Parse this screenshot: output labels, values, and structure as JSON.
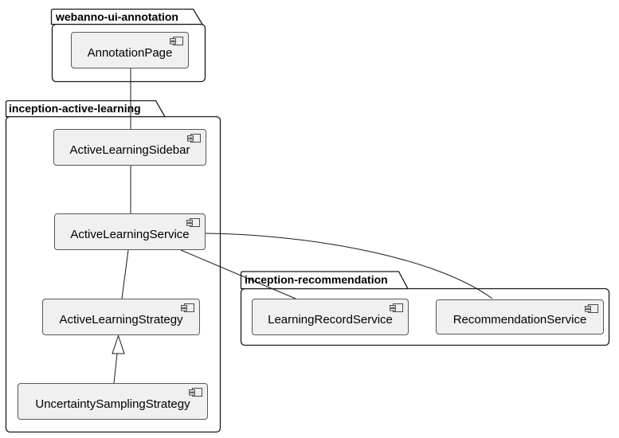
{
  "diagram": {
    "kind": "uml-component-diagram",
    "packages": [
      {
        "name": "webanno-ui-annotation",
        "components": [
          "AnnotationPage"
        ]
      },
      {
        "name": "inception-active-learning",
        "components": [
          "ActiveLearningSidebar",
          "ActiveLearningService",
          "ActiveLearningStrategy",
          "UncertaintySamplingStrategy"
        ]
      },
      {
        "name": "inception-recommendation",
        "components": [
          "LearningRecordService",
          "RecommendationService"
        ]
      }
    ],
    "edges": [
      {
        "from": "AnnotationPage",
        "to": "ActiveLearningSidebar",
        "type": "association"
      },
      {
        "from": "ActiveLearningSidebar",
        "to": "ActiveLearningService",
        "type": "association"
      },
      {
        "from": "ActiveLearningService",
        "to": "ActiveLearningStrategy",
        "type": "association"
      },
      {
        "from": "UncertaintySamplingStrategy",
        "to": "ActiveLearningStrategy",
        "type": "inheritance"
      },
      {
        "from": "ActiveLearningService",
        "to": "LearningRecordService",
        "type": "association"
      },
      {
        "from": "ActiveLearningService",
        "to": "RecommendationService",
        "type": "association"
      }
    ],
    "icons": {
      "component": "uml-component-icon"
    },
    "colors": {
      "background": "#ffffff",
      "component_fill": "#f0f0f0",
      "component_border": "#585858",
      "package_fill": "#ffffff",
      "package_border": "#1a1a1a",
      "edge": "#1a1a1a",
      "text": "#000000"
    }
  }
}
